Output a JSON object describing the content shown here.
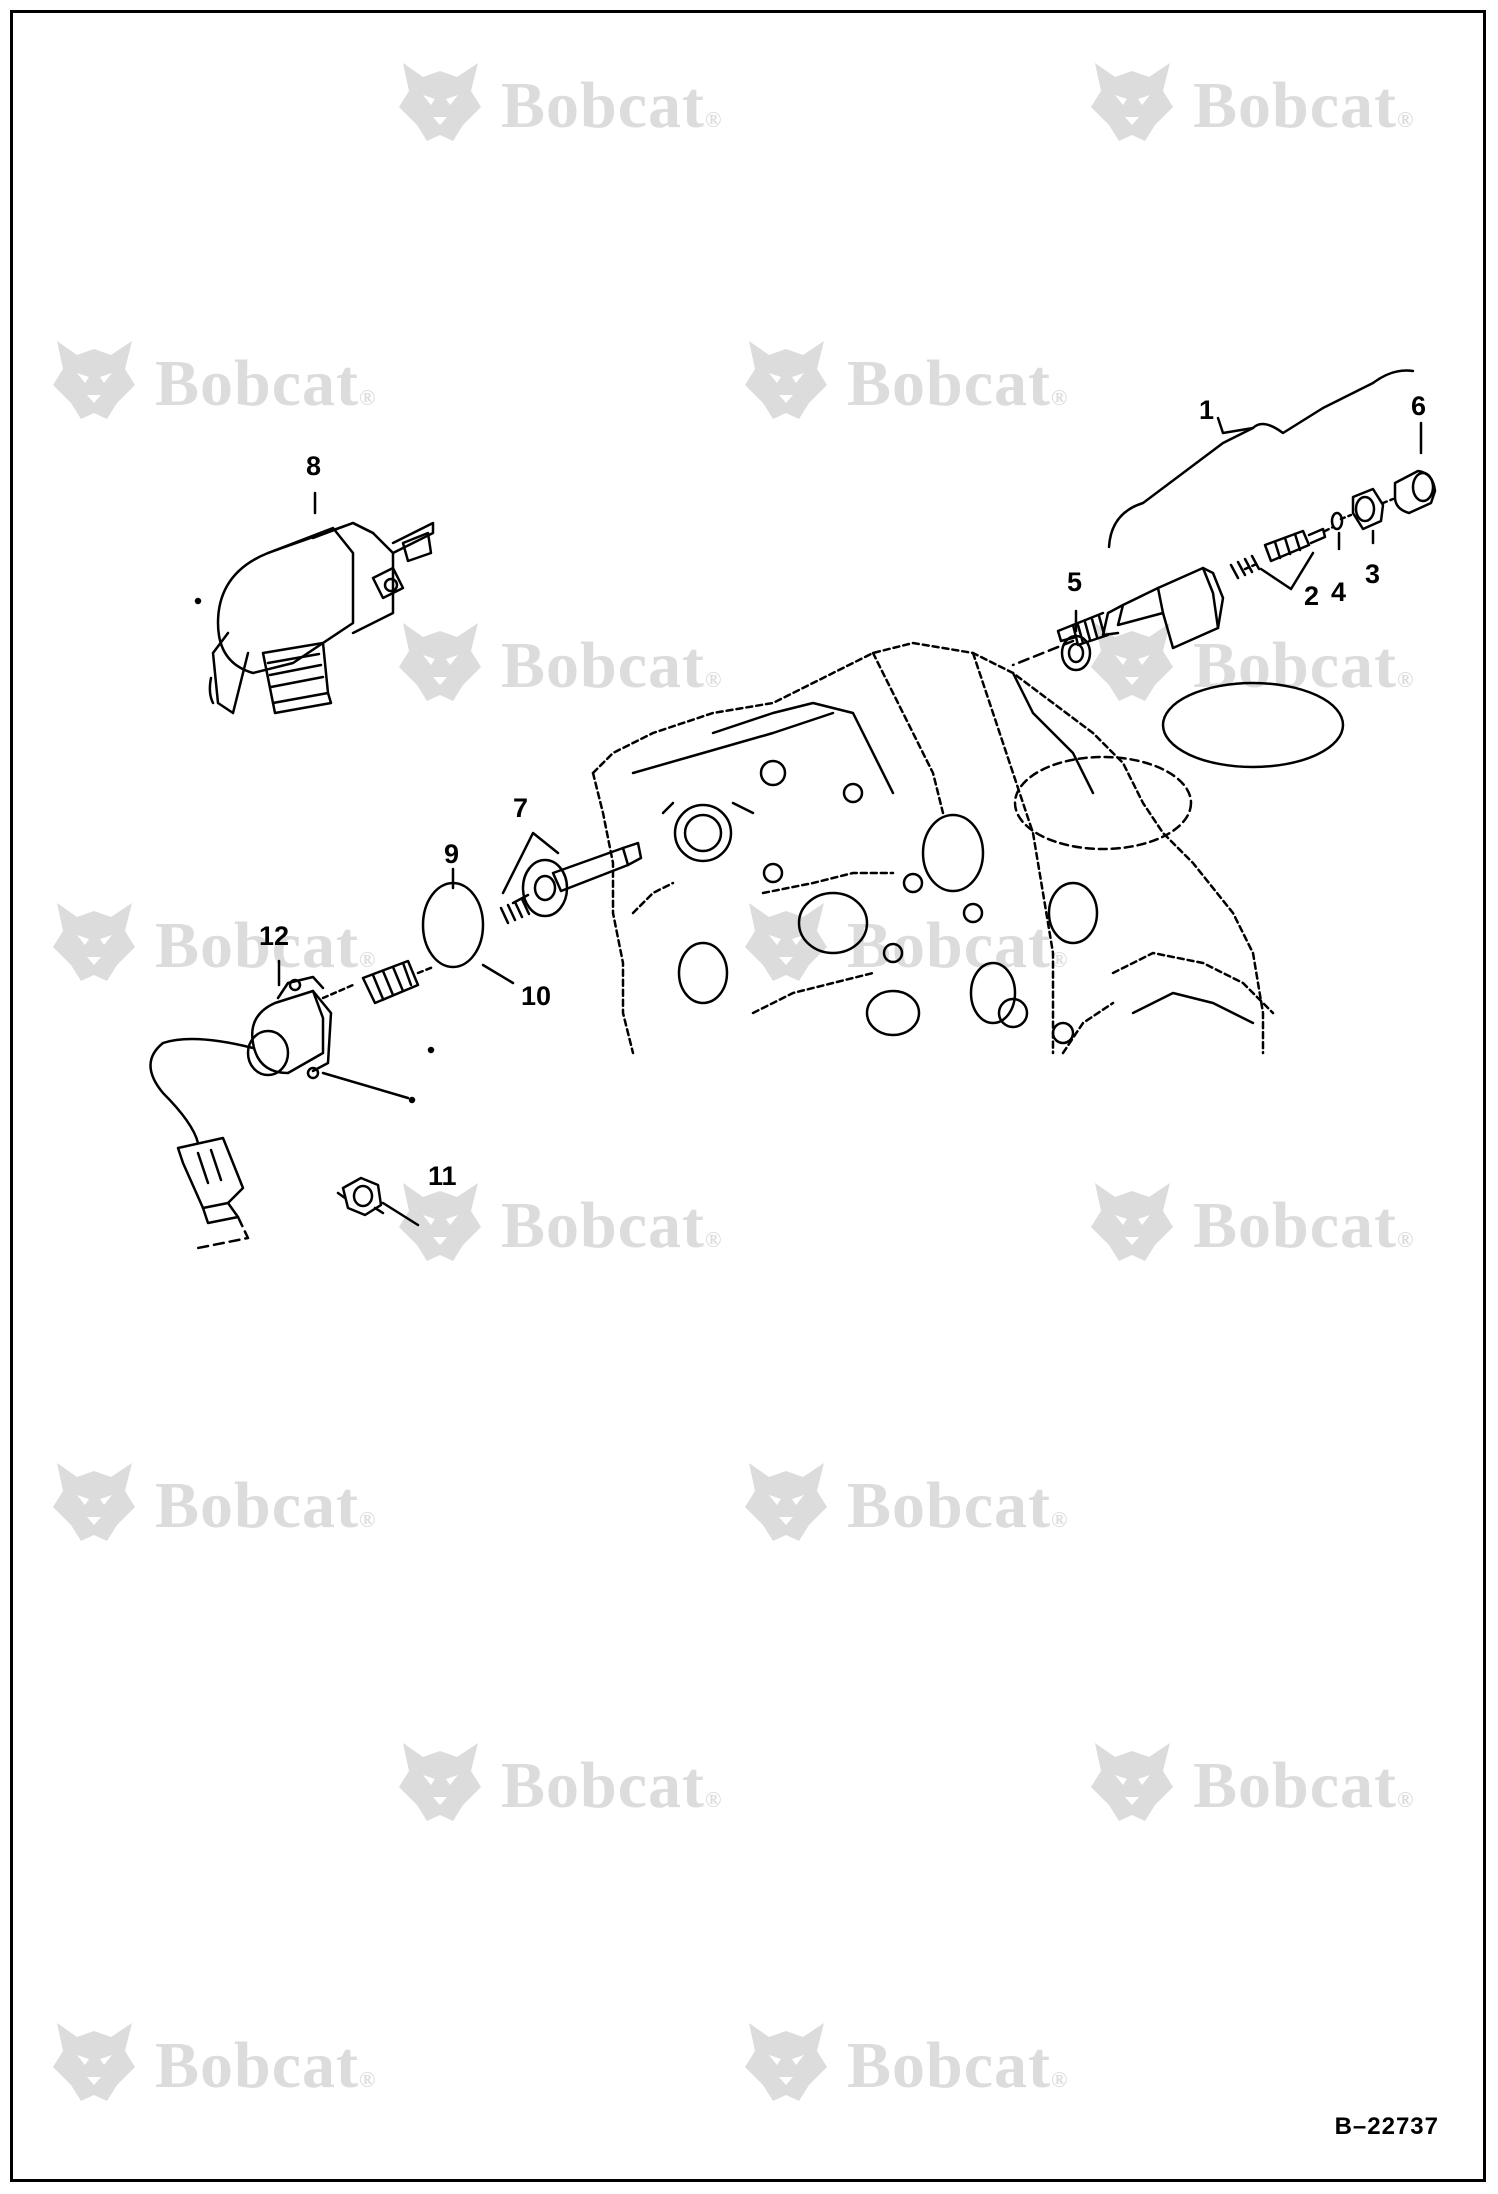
{
  "watermark": {
    "brand_text": "Bobcat",
    "registered_mark": "®",
    "icon": "bobcat-head-logo",
    "color": "#dcdcdc"
  },
  "callouts": [
    "1",
    "2",
    "3",
    "4",
    "5",
    "6",
    "7",
    "8",
    "9",
    "10",
    "11",
    "12"
  ],
  "reference_number": "B–22737",
  "colors": {
    "line": "#000000",
    "background": "#ffffff"
  }
}
